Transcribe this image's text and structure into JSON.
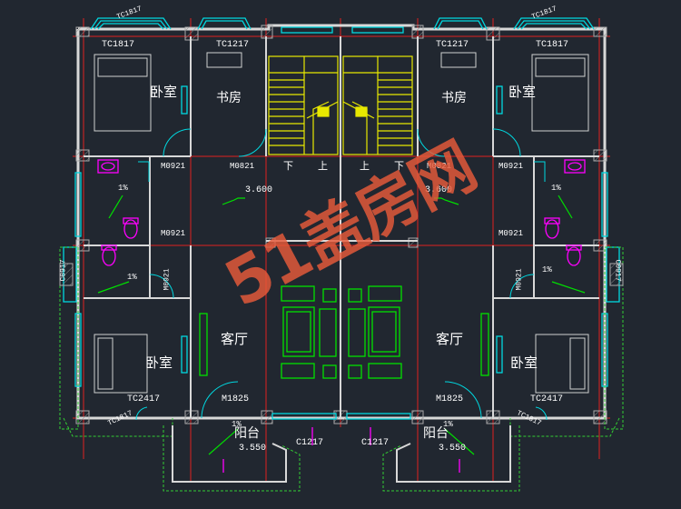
{
  "rooms": {
    "bedroom_tl": "卧室",
    "study_l": "书房",
    "study_r": "书房",
    "bedroom_tr": "卧室",
    "living_l": "客厅",
    "living_r": "客厅",
    "bedroom_bl": "卧室",
    "bedroom_br": "卧室",
    "balcony_l": "阳台",
    "balcony_r": "阳台"
  },
  "codes": {
    "tc1817_l": "TC1817",
    "tc1217_l": "TC1217",
    "tc1217_r": "TC1217",
    "tc1817_r": "TC1817",
    "m0921_1": "M0921",
    "m0921_2": "M0921",
    "m0921_3": "M0921",
    "m0921_4": "M0921",
    "m0921_5": "M0921",
    "m0921_6": "M0921",
    "m0821_l": "M0821",
    "m0821_r": "M0821",
    "c0917_l": "C0917",
    "c0917_r": "C0917",
    "tc2417_l": "TC2417",
    "tc2417_r": "TC2417",
    "m1825_l": "M1825",
    "m1825_r": "M1825",
    "c1217_l": "C1217",
    "c1217_r": "C1217",
    "tc_top_l": "TC1817",
    "tc_top_r": "TC1817",
    "tc_bot_l": "TC1817",
    "tc_bot_r": "TC1817"
  },
  "elevations": {
    "floor_l": "3.600",
    "floor_r": "3.600",
    "balcony_l": "3.550",
    "balcony_r": "3.550"
  },
  "stairs": {
    "down_l": "下",
    "up_l": "上",
    "up_r": "上",
    "down_r": "下"
  },
  "slopes": {
    "s1": "1%",
    "s2": "1%",
    "s3": "1%",
    "s4": "1%",
    "s5": "1%",
    "s6": "1%"
  },
  "watermark": "51盖房网",
  "colors": {
    "background": "#212730",
    "wall": "#d8d8d8",
    "axis": "#e02020",
    "window": "#00d8e0",
    "furniture": "#00e000",
    "stair": "#e8e800",
    "fixture": "#ff00ff",
    "watermark": "#e85a3a"
  }
}
